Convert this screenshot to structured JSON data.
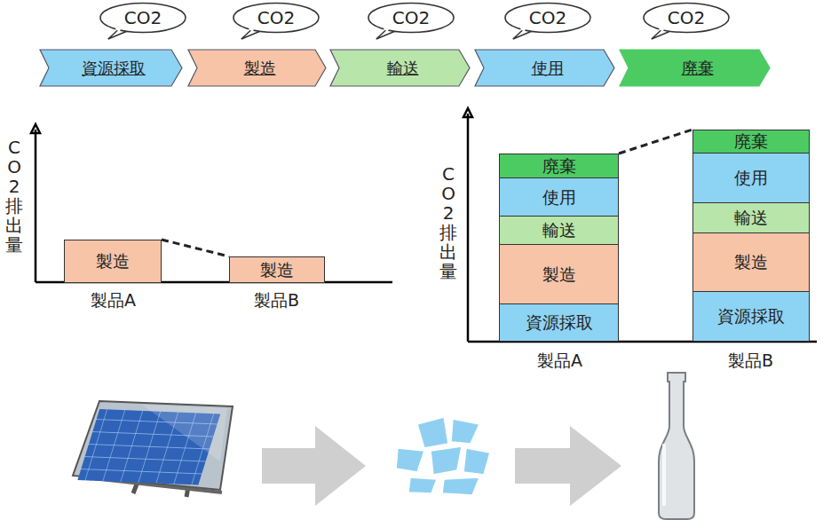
{
  "diagram": {
    "nodes": [
      {
        "text": [
          "CO2"
        ]
      },
      {
        "text": [
          "CO2"
        ]
      },
      {
        "text": [
          "CO2"
        ]
      },
      {
        "text": [
          "CO2"
        ]
      },
      {
        "text": [
          "CO2"
        ]
      },
      {
        "text": [
          "資源採取"
        ]
      },
      {
        "text": [
          "製造"
        ]
      },
      {
        "text": [
          "輸送"
        ]
      },
      {
        "text": [
          "使用"
        ]
      },
      {
        "text": [
          "廃棄"
        ]
      },
      {
        "text": [
          "製造"
        ]
      },
      {
        "text": [
          "製造"
        ]
      },
      {
        "text": [
          "廃棄"
        ]
      },
      {
        "text": [
          "使用"
        ]
      },
      {
        "text": [
          "輸送"
        ]
      },
      {
        "text": [
          "製造"
        ]
      },
      {
        "text": [
          "資源採取"
        ]
      },
      {
        "text": [
          "廃棄"
        ]
      },
      {
        "text": [
          "使用"
        ]
      },
      {
        "text": [
          "輸送"
        ]
      },
      {
        "text": [
          "製造"
        ]
      },
      {
        "text": [
          "資源採取"
        ]
      }
    ],
    "edges": [
      {
        "from": 10,
        "to": 11,
        "arrow": "none"
      },
      {
        "from": 12,
        "to": 17,
        "arrow": "none"
      }
    ],
    "labels": [
      "CO2排出量",
      "製品A",
      "製品B",
      "CO2排出量",
      "製品A",
      "製品B"
    ]
  }
}
